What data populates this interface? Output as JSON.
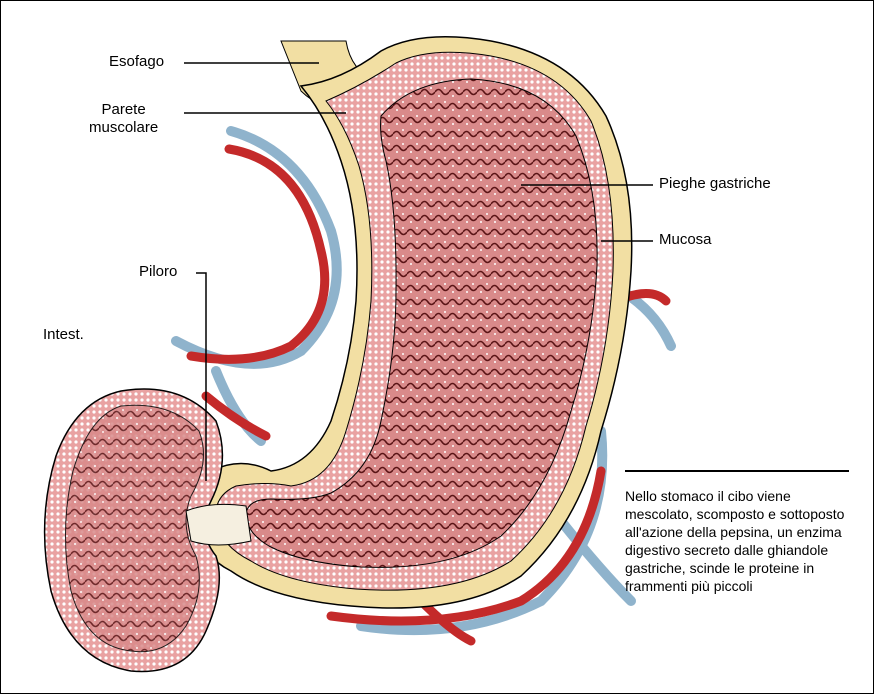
{
  "labels": {
    "esofago": "Esofago",
    "parete_muscolare": "Parete\nmuscolare",
    "pieghe_gastriche": "Pieghe gastriche",
    "mucosa": "Mucosa",
    "piloro": "Piloro",
    "intestino": "Intest."
  },
  "caption": "Nello stomaco il cibo viene mescolato, scomposto e sottoposto all'azione della pepsina, un enzima digestivo secreto dalle ghiandole gastriche, scinde le proteine in frammenti più piccoli",
  "colors": {
    "muscle": "#c8474b",
    "mucosa_dark": "#7a1e22",
    "fat": "#f2dfa3",
    "vessel_blue": "#8fb3cc",
    "artery_red": "#c42a2a"
  }
}
